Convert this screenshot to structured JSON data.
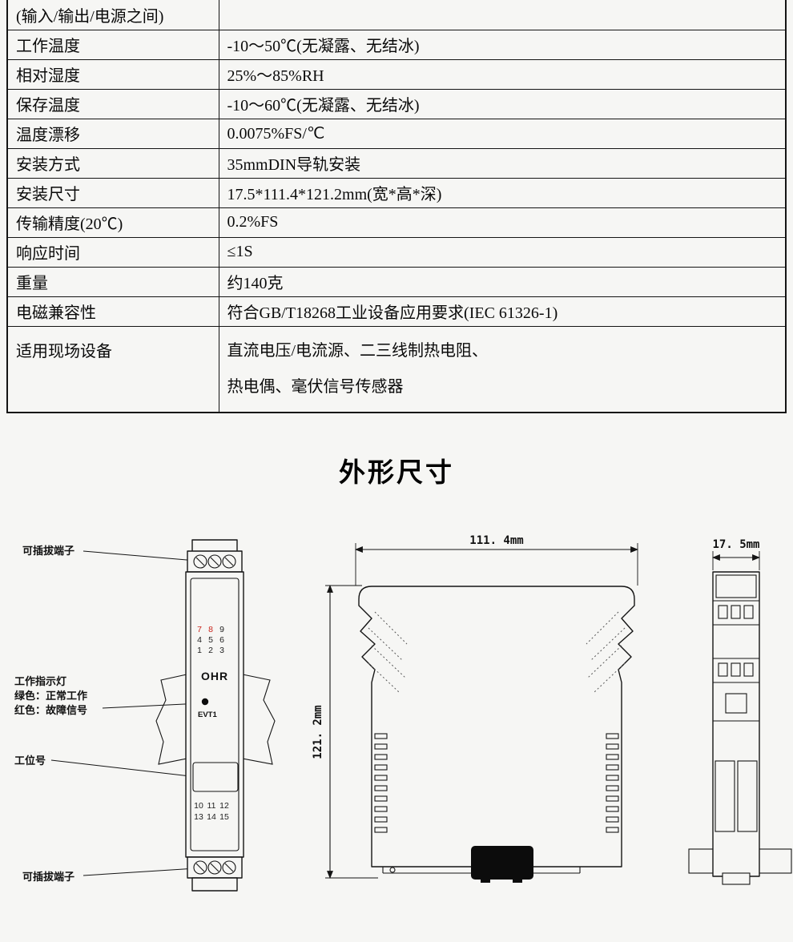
{
  "colors": {
    "red_digit": "#c9241b",
    "ink": "#141414",
    "background": "#f6f6f4"
  },
  "spec_table": {
    "rows": [
      {
        "label": "(输入/输出/电源之间)",
        "value": ""
      },
      {
        "label": "工作温度",
        "value": "-10～50℃(无凝露、无结冰)"
      },
      {
        "label": "相对湿度",
        "value": "25%～85%RH"
      },
      {
        "label": "保存温度",
        "value": "-10～60℃(无凝露、无结冰)"
      },
      {
        "label": "温度漂移",
        "value": "0.0075%FS/℃"
      },
      {
        "label": "安装方式",
        "value": "35mmDIN导轨安装"
      },
      {
        "label": "安装尺寸",
        "value": "17.5*111.4*121.2mm(宽*高*深)"
      },
      {
        "label": "传输精度(20℃)",
        "value": "0.2%FS"
      },
      {
        "label": "响应时间",
        "value": "≤1S"
      },
      {
        "label": "重量",
        "value": "约140克"
      },
      {
        "label": "电磁兼容性",
        "value": "符合GB/T18268工业设备应用要求(IEC 61326-1)"
      },
      {
        "label": "适用现场设备",
        "value_lines": [
          "直流电压/电流源、二三线制热电阻、",
          "热电偶、毫伏信号传感器"
        ]
      }
    ]
  },
  "section_title": "外形尺寸",
  "drawing": {
    "labels": {
      "terminal_top": "可插拔端子",
      "terminal_bottom": "可插拔端子",
      "indicator_title": "工作指示灯",
      "indicator_green": "绿色：正常工作",
      "indicator_red": "红色：故障信号",
      "station_label": "工位号"
    },
    "front_view": {
      "brand": "OHR",
      "led_label": "EVT1",
      "top_rows": [
        [
          "7",
          "8",
          "9"
        ],
        [
          "4",
          "5",
          "6"
        ],
        [
          "1",
          "2",
          "3"
        ]
      ],
      "bottom_rows": [
        [
          "10",
          "11",
          "12"
        ],
        [
          "13",
          "14",
          "15"
        ]
      ]
    },
    "dimensions": {
      "width": "111. 4mm",
      "height": "121. 2mm",
      "depth": "17. 5mm"
    }
  }
}
